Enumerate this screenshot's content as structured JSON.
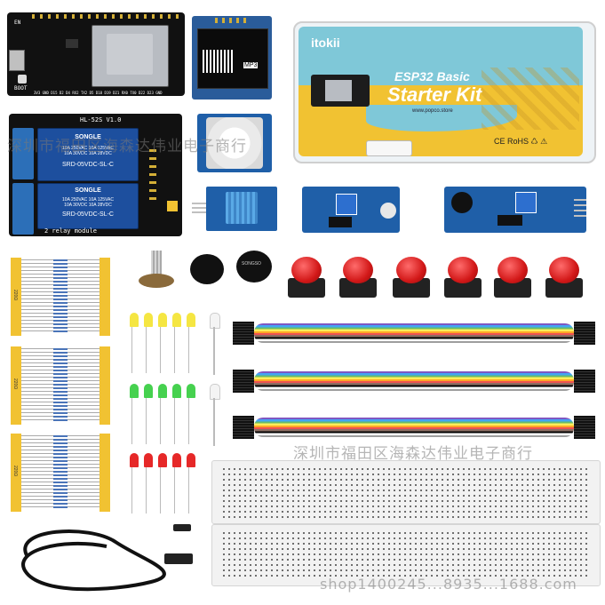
{
  "esp32_board": {
    "labels": [
      "BOOT",
      "EN",
      "3V3 GND D15 D2 D4 RX2 TX2 D5 D18 D19 D21 RX0 TX0 D22 D23 GND"
    ]
  },
  "oled": {
    "text": "MP3"
  },
  "kit_box": {
    "brand": "itokii",
    "title_line1": "ESP32 Basic",
    "title_line2": "Starter Kit",
    "website": "www.popco.store",
    "marks": "CE RoHS ♺ ⚠"
  },
  "relay_module": {
    "header": "HL-52S V1.0",
    "relay_brand": "SONGLE",
    "relay_spec1": "10A 250VAC  10A 125VAC",
    "relay_spec2": "10A 30VDC  10A 28VDC",
    "relay_model": "SRD-05VDC-SL-C",
    "footer": "2 relay module"
  },
  "resistor_packs": [
    {
      "label": "220Ω"
    },
    {
      "label": "220Ω"
    },
    {
      "label": "220Ω"
    }
  ],
  "buzzer": {
    "label": "SONGSO"
  },
  "leds": {
    "yellow": "#f5e642",
    "green": "#46d14f",
    "red": "#e62828"
  },
  "watermarks": [
    "深圳市福田区海森达伟业电子商行",
    "深圳市福田区海森达伟业电子商行",
    "shop1400245...8935...1688.com"
  ],
  "colors": {
    "box_blue": "#7fc8d8",
    "box_yellow": "#f1c232",
    "pcb_blue": "#1f5fa8",
    "button_red": "#d21818"
  }
}
